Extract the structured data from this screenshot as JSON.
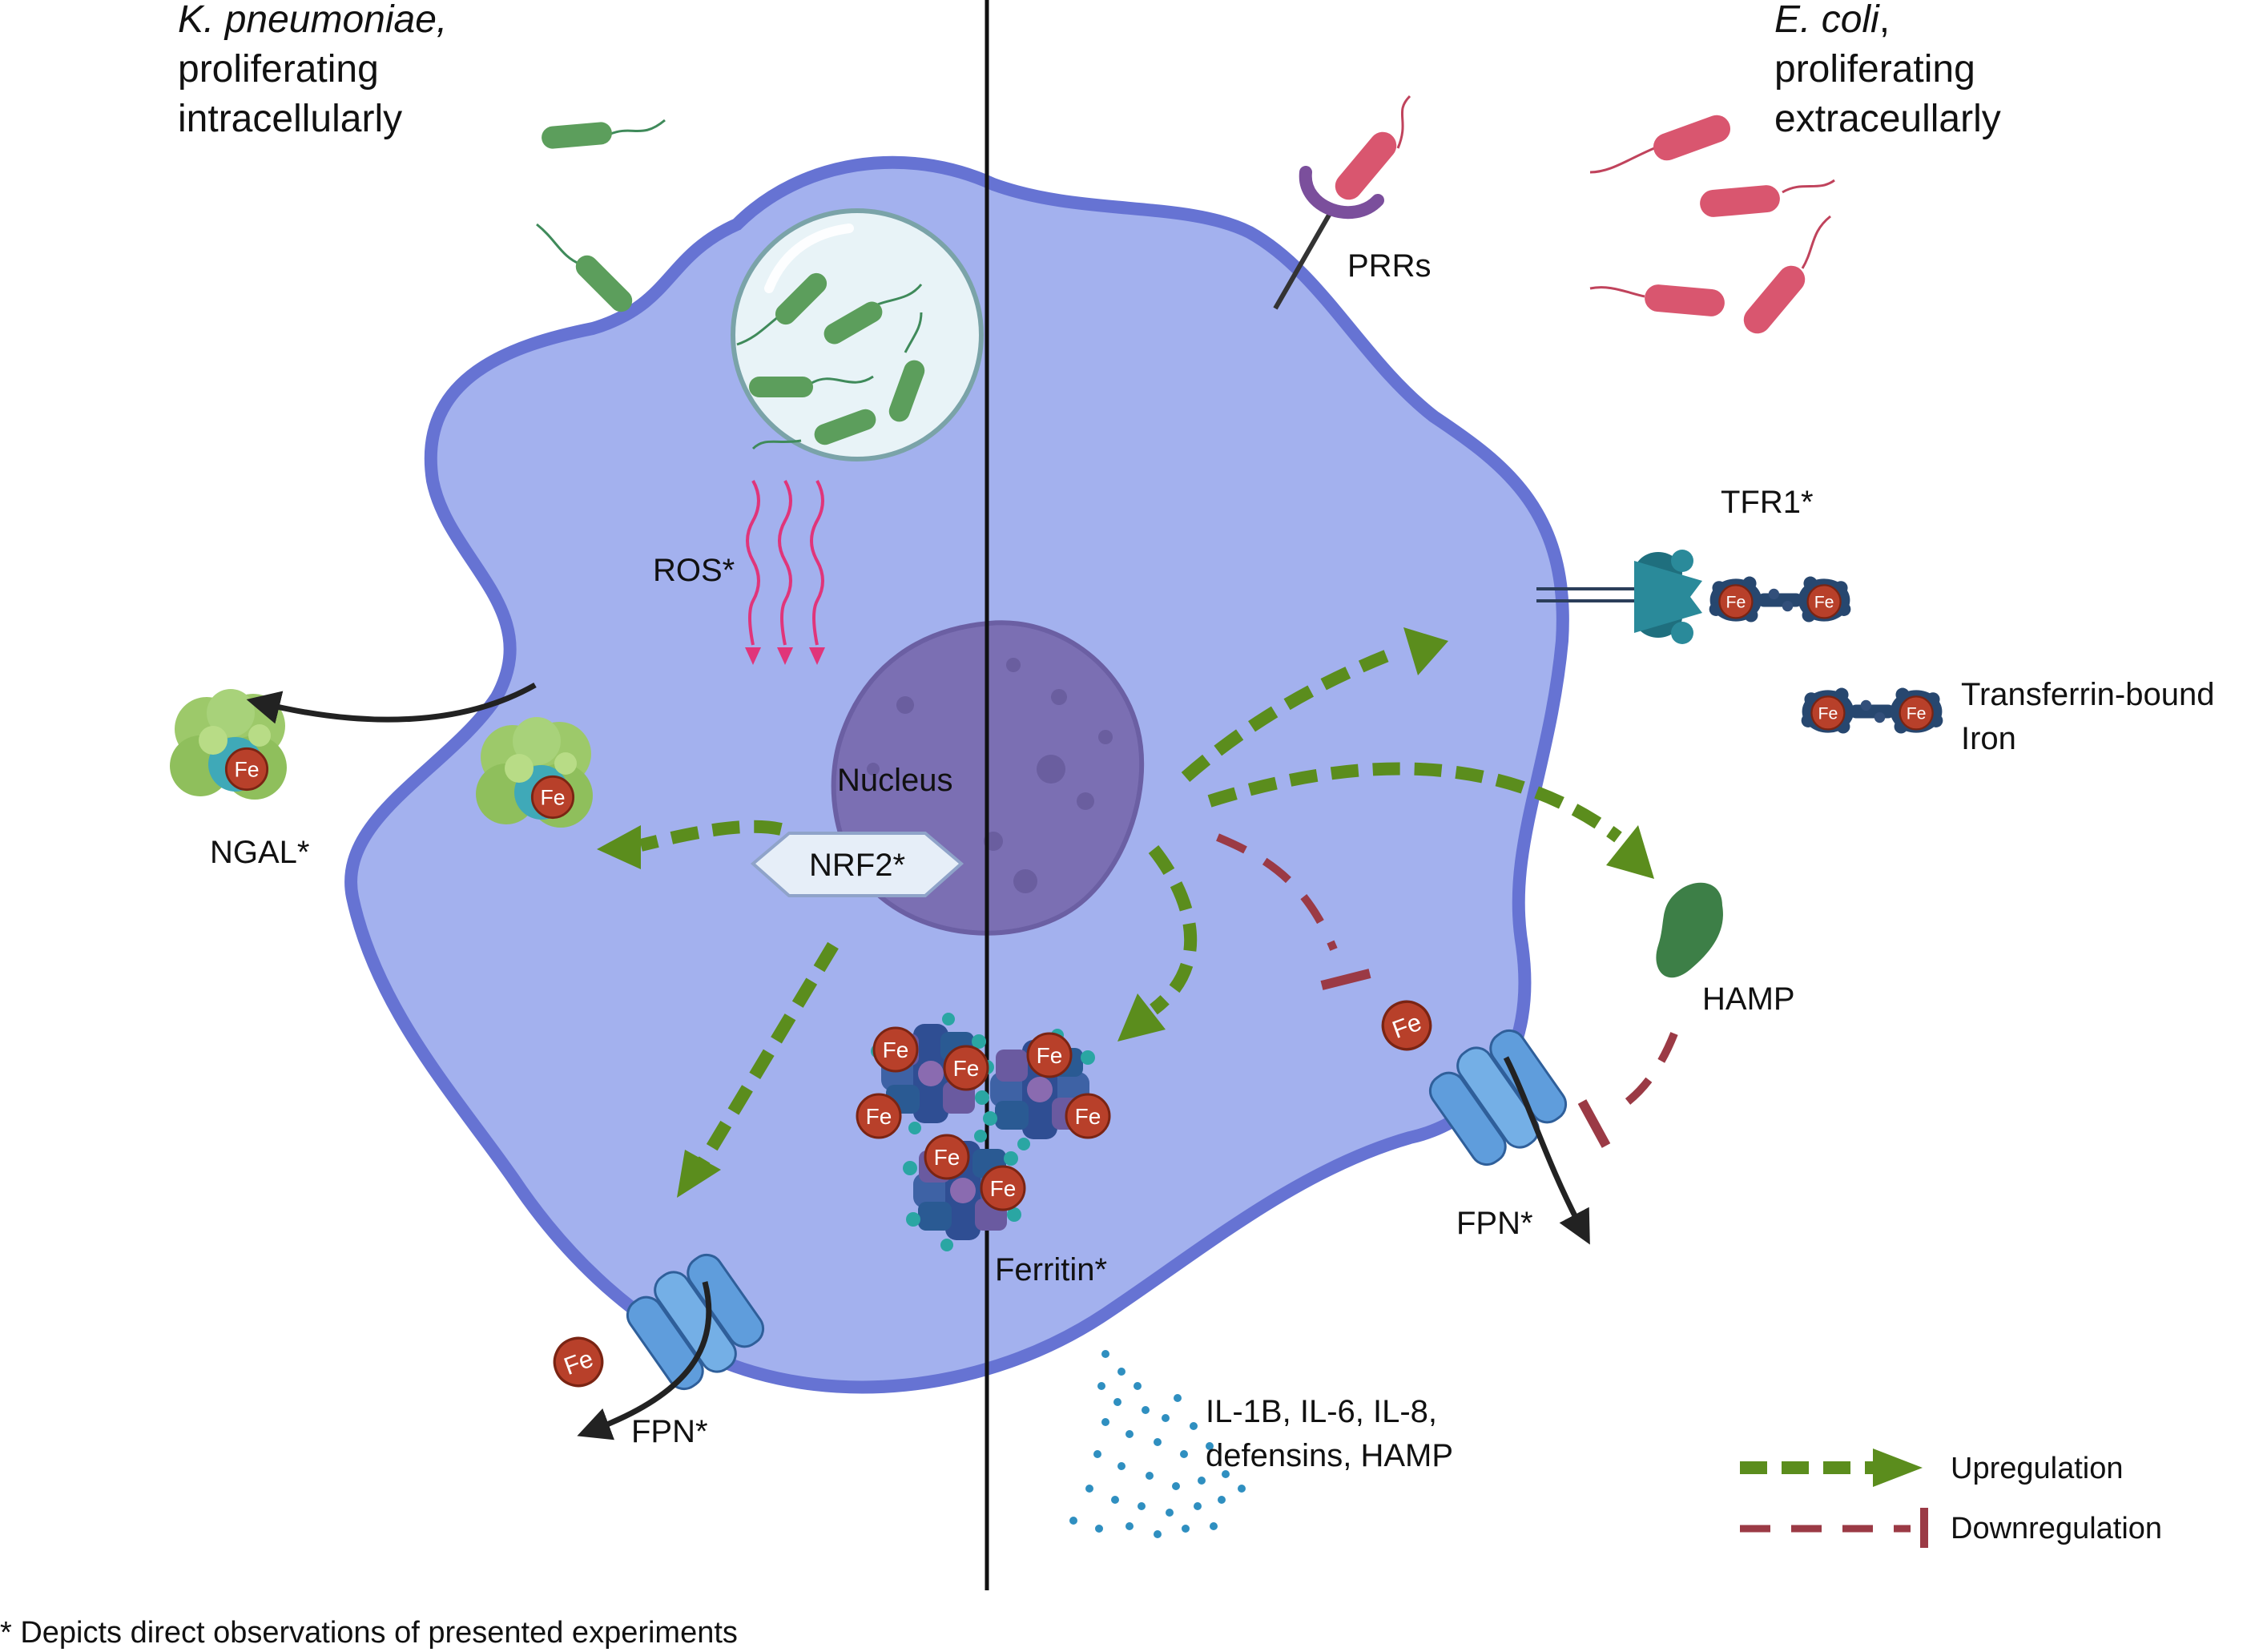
{
  "left_header": {
    "line1": "K. pneumoniae,",
    "line2": "proliferating",
    "line3": "intracellularly"
  },
  "right_header": {
    "line1_italic": "E. coli",
    "line1_rest": ",",
    "line2": "proliferating",
    "line3": "extraceullarly"
  },
  "labels": {
    "prrs": "PRRs",
    "tfr1": "TFR1*",
    "transferrin_line1": "Transferrin-bound",
    "transferrin_line2": "Iron",
    "ros": "ROS*",
    "nucleus": "Nucleus",
    "nrf2": "NRF2*",
    "ngal": "NGAL*",
    "ferritin": "Ferritin*",
    "hamp": "HAMP",
    "fpn_left": "FPN*",
    "fpn_right": "FPN*",
    "cytokines_line1": "IL-1B, IL-6, IL-8,",
    "cytokines_line2": "defensins, HAMP",
    "fe": "Fe"
  },
  "legend": {
    "upregulation": "Upregulation",
    "downregulation": "Downregulation"
  },
  "footnote": "* Depicts direct observations of presented experiments",
  "colors": {
    "cell_fill": "#a3b1ee",
    "cell_border": "#6673d3",
    "nucleus": "#7b6fb3",
    "upregulation": "#5b8d1d",
    "downregulation": "#9b3a45",
    "k_pneumoniae": "#5c9e5c",
    "e_coli": "#d9566f",
    "iron": "#b8402a",
    "ros": "#e0357a",
    "ferroportin": "#5f9ddc",
    "hepcidin": "#3d7f47",
    "transferrin": "#27476f"
  }
}
